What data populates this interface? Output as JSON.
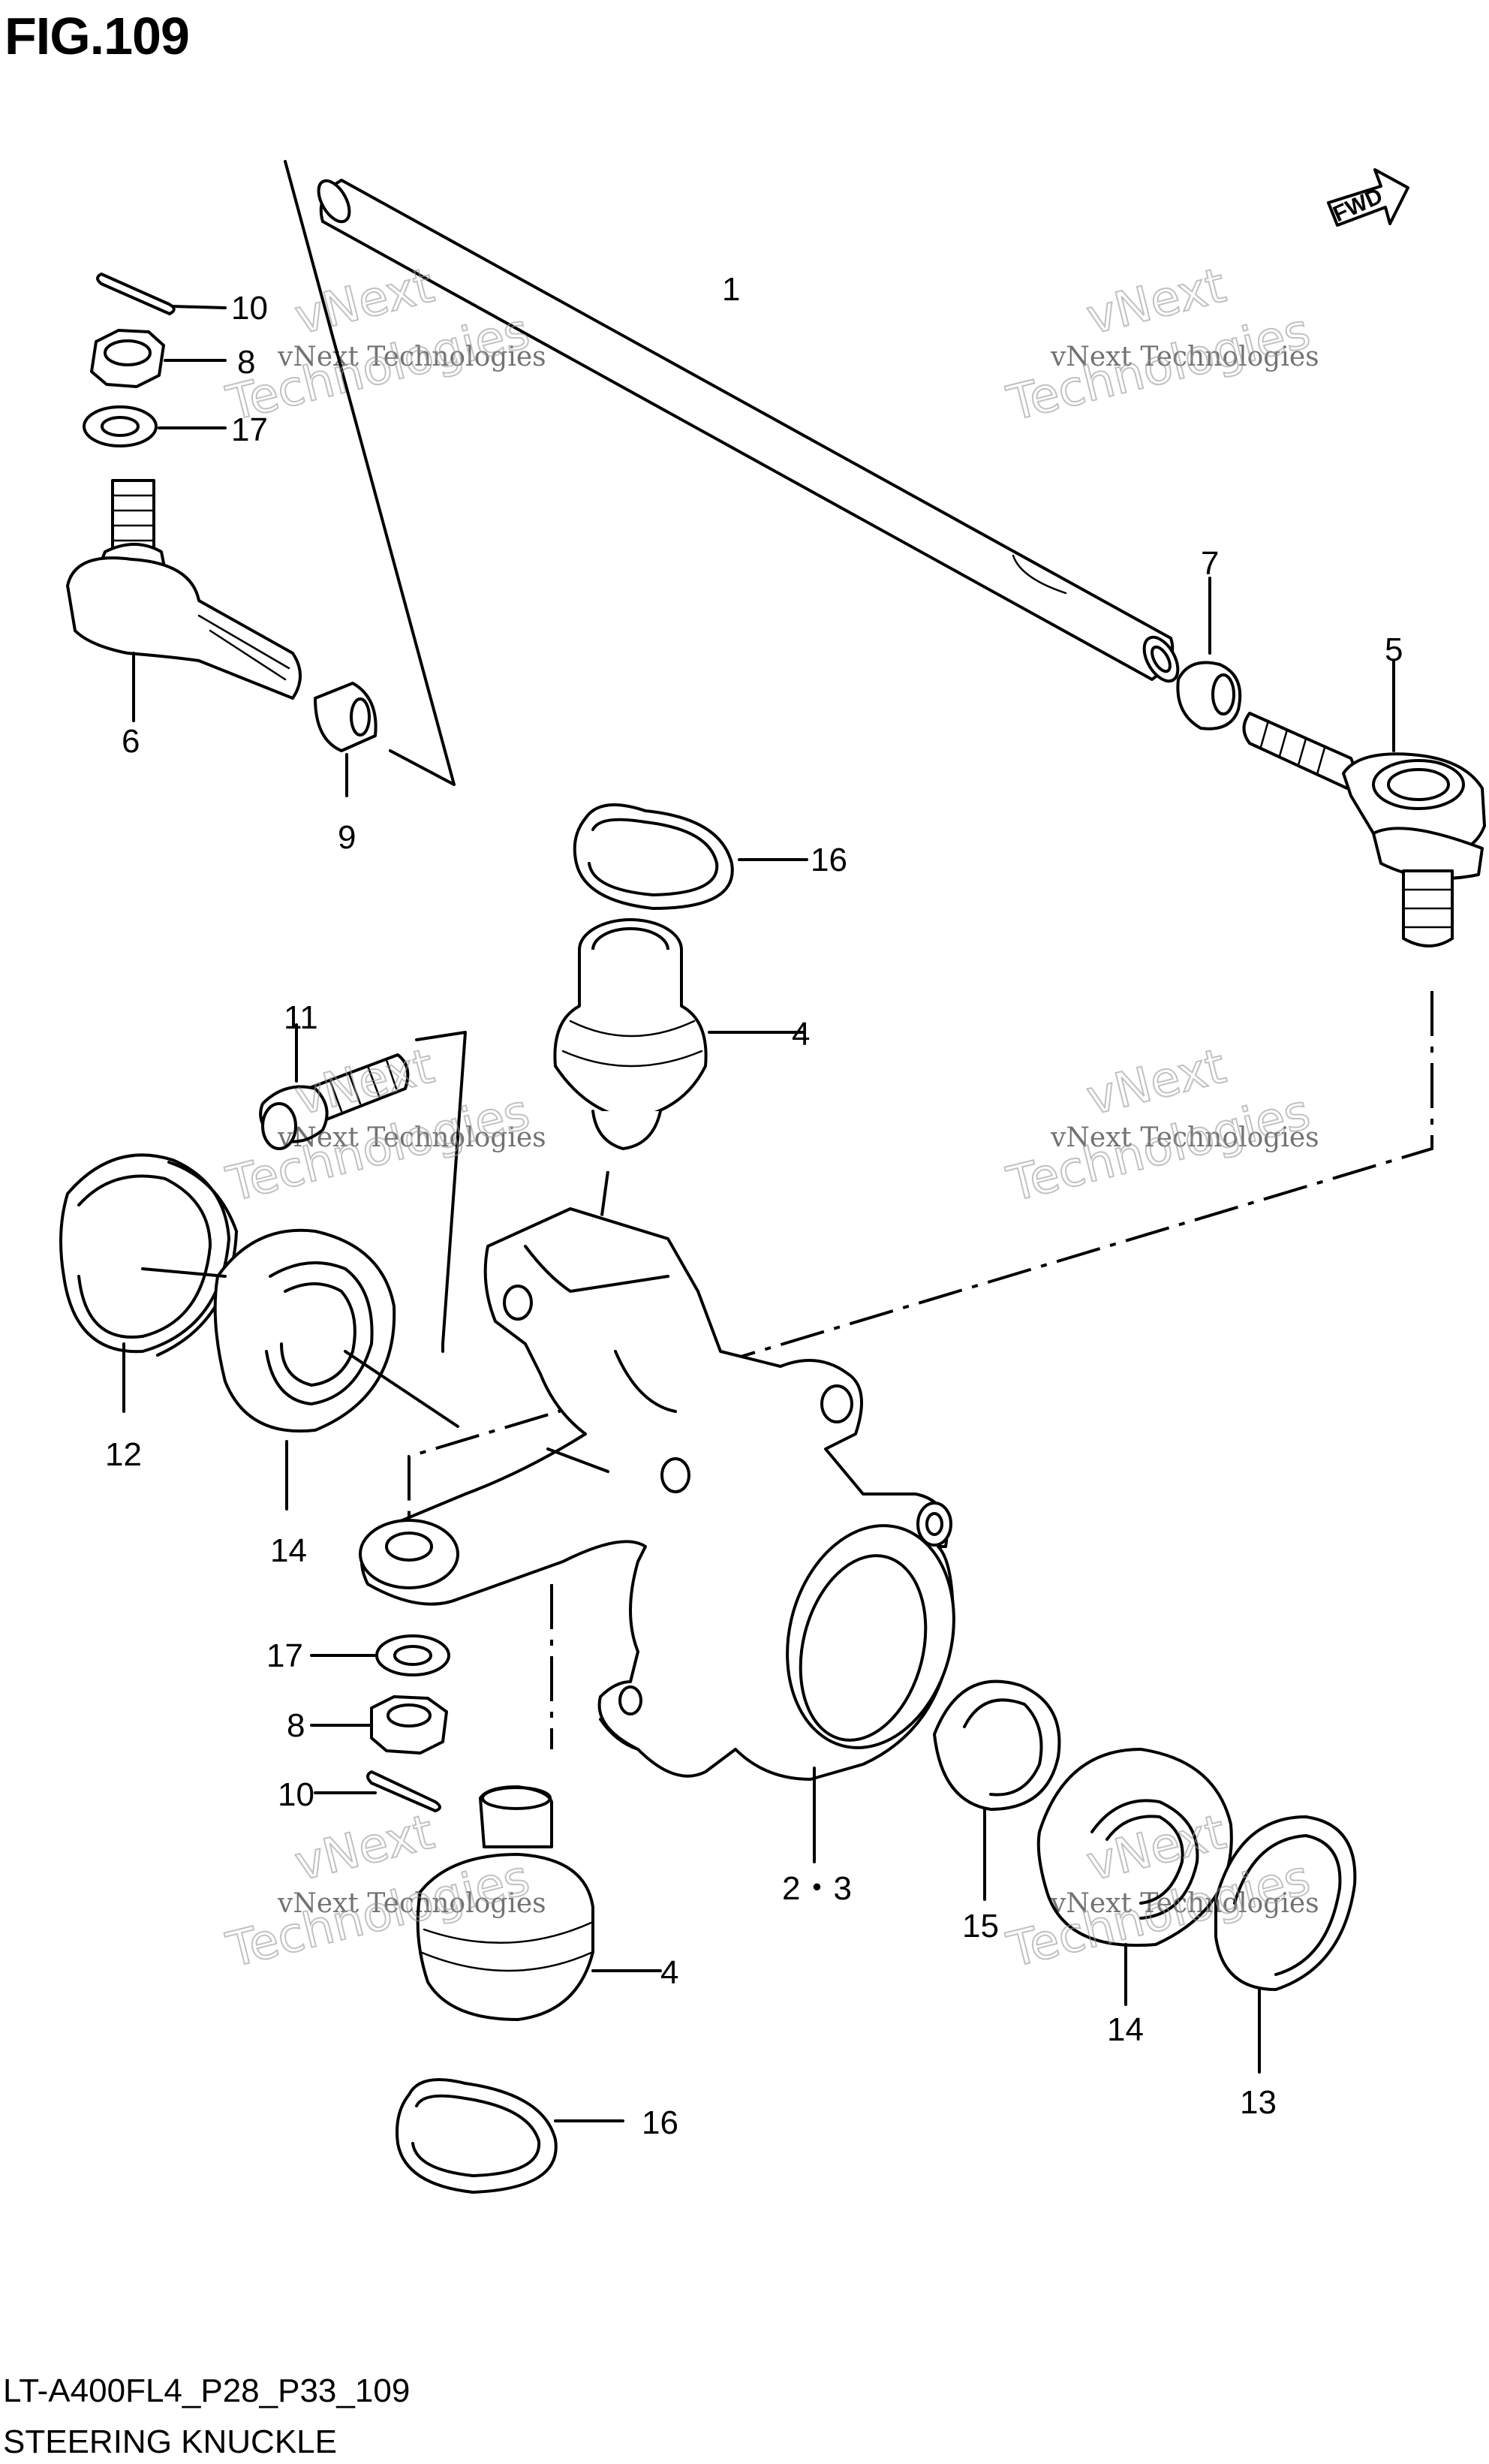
{
  "figure": {
    "title": "FIG.109",
    "model_code": "LT-A400FL4_P28_P33_109",
    "caption": "STEERING KNUCKLE",
    "direction_arrow": "FWD"
  },
  "watermark": {
    "line1": "vNext Technologies",
    "line2": "vNext",
    "line3": "Technologies"
  },
  "callouts": [
    {
      "id": "c1",
      "text": "1"
    },
    {
      "id": "c2",
      "text": "10"
    },
    {
      "id": "c3",
      "text": "8"
    },
    {
      "id": "c4",
      "text": "17"
    },
    {
      "id": "c5",
      "text": "6"
    },
    {
      "id": "c6",
      "text": "9"
    },
    {
      "id": "c7",
      "text": "7"
    },
    {
      "id": "c8",
      "text": "5"
    },
    {
      "id": "c9",
      "text": "16"
    },
    {
      "id": "c10",
      "text": "4"
    },
    {
      "id": "c11",
      "text": "11"
    },
    {
      "id": "c12",
      "text": "12"
    },
    {
      "id": "c13",
      "text": "14"
    },
    {
      "id": "c14",
      "text": "17"
    },
    {
      "id": "c15",
      "text": "8"
    },
    {
      "id": "c16",
      "text": "10"
    },
    {
      "id": "c17",
      "text": "2・3"
    },
    {
      "id": "c18",
      "text": "15"
    },
    {
      "id": "c19",
      "text": "4"
    },
    {
      "id": "c20",
      "text": "14"
    },
    {
      "id": "c21",
      "text": "13"
    },
    {
      "id": "c22",
      "text": "16"
    }
  ]
}
